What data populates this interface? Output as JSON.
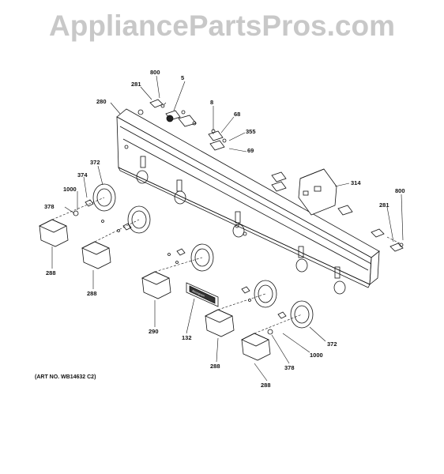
{
  "watermark": "AppliancePartsPros.com",
  "art_number": "(ART NO. WB14632 C2)",
  "labels": {
    "p800_top": "800",
    "p281_top": "281",
    "p5": "5",
    "p280": "280",
    "p8": "8",
    "p68": "68",
    "p355": "355",
    "p69": "69",
    "p372_left": "372",
    "p374": "374",
    "p1000_left": "1000",
    "p378_left": "378",
    "p314": "314",
    "p800_right": "800",
    "p281_right": "281",
    "p288_a": "288",
    "p288_b": "288",
    "p290": "290",
    "p132": "132",
    "p288_c": "288",
    "p288_d": "288",
    "p372_right": "372",
    "p378_right": "378",
    "p1000_right": "1000"
  },
  "badge_text": "Monogram"
}
